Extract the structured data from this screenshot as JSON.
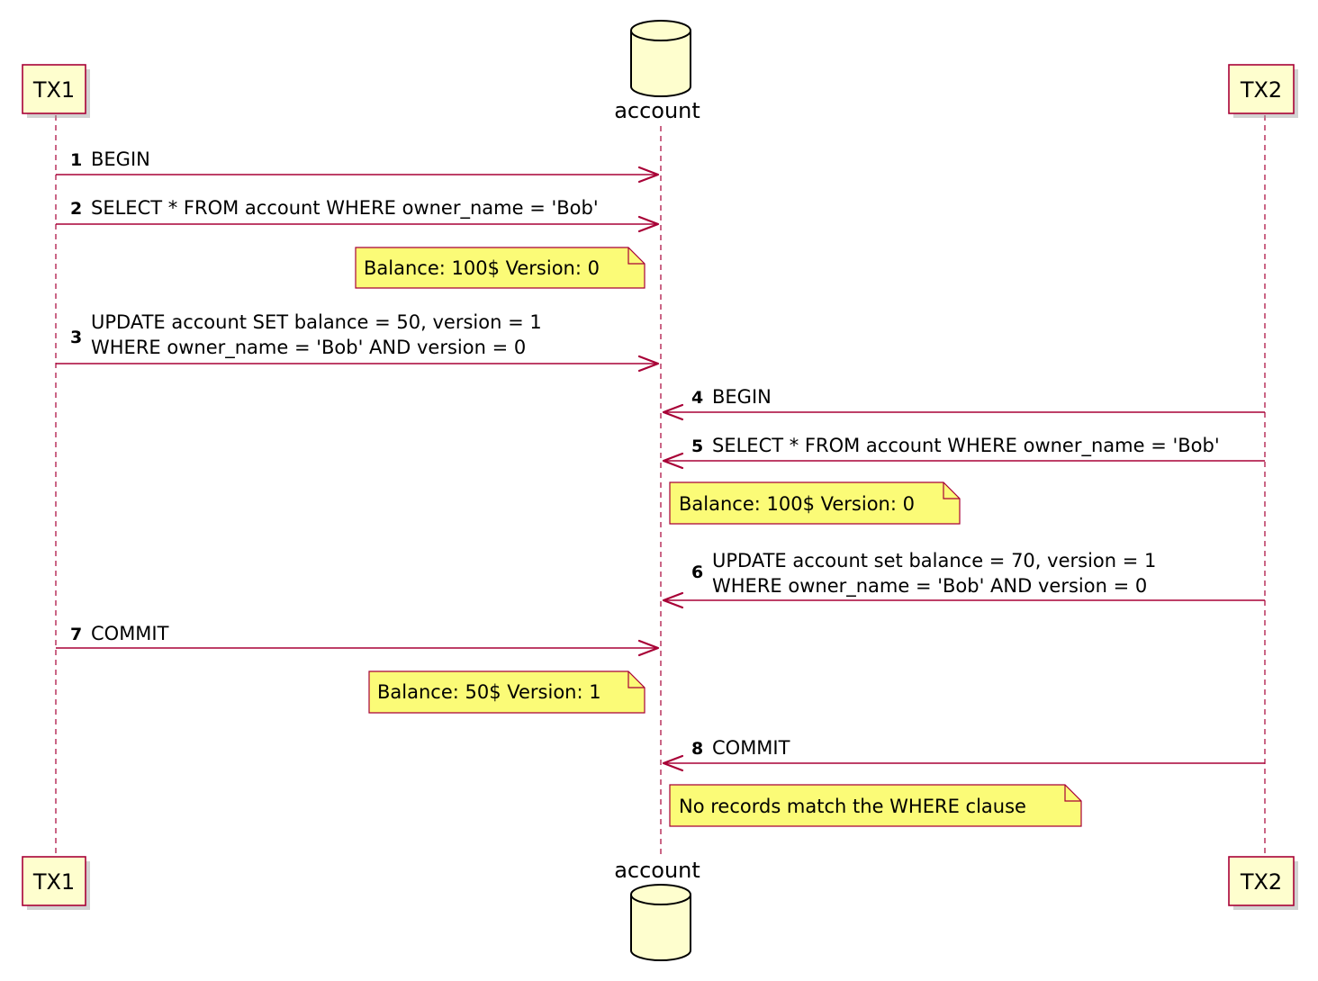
{
  "participants": {
    "tx1": "TX1",
    "account": "account",
    "tx2": "TX2"
  },
  "messages": [
    {
      "num": "1",
      "from": "tx1",
      "to": "account",
      "lines": [
        "BEGIN"
      ]
    },
    {
      "num": "2",
      "from": "tx1",
      "to": "account",
      "lines": [
        "SELECT * FROM account WHERE owner_name = 'Bob'"
      ]
    },
    {
      "num": "3",
      "from": "tx1",
      "to": "account",
      "lines": [
        "UPDATE account SET balance = 50, version = 1",
        "WHERE owner_name = 'Bob' AND version = 0"
      ]
    },
    {
      "num": "4",
      "from": "tx2",
      "to": "account",
      "lines": [
        "BEGIN"
      ]
    },
    {
      "num": "5",
      "from": "tx2",
      "to": "account",
      "lines": [
        "SELECT * FROM account WHERE owner_name = 'Bob'"
      ]
    },
    {
      "num": "6",
      "from": "tx2",
      "to": "account",
      "lines": [
        "UPDATE account set balance = 70, version = 1",
        "WHERE owner_name = 'Bob' AND version = 0"
      ]
    },
    {
      "num": "7",
      "from": "tx1",
      "to": "account",
      "lines": [
        "COMMIT"
      ]
    },
    {
      "num": "8",
      "from": "tx2",
      "to": "account",
      "lines": [
        "COMMIT"
      ]
    }
  ],
  "notes": [
    {
      "side": "left",
      "text": "Balance: 100$ Version: 0"
    },
    {
      "side": "right",
      "text": "Balance: 100$ Version: 0"
    },
    {
      "side": "left",
      "text": "Balance: 50$ Version: 1"
    },
    {
      "side": "right",
      "text": "No records match the WHERE clause"
    }
  ],
  "colors": {
    "line": "#A80036",
    "participant_fill": "#FEFECE",
    "note_fill": "#FBFB77"
  }
}
